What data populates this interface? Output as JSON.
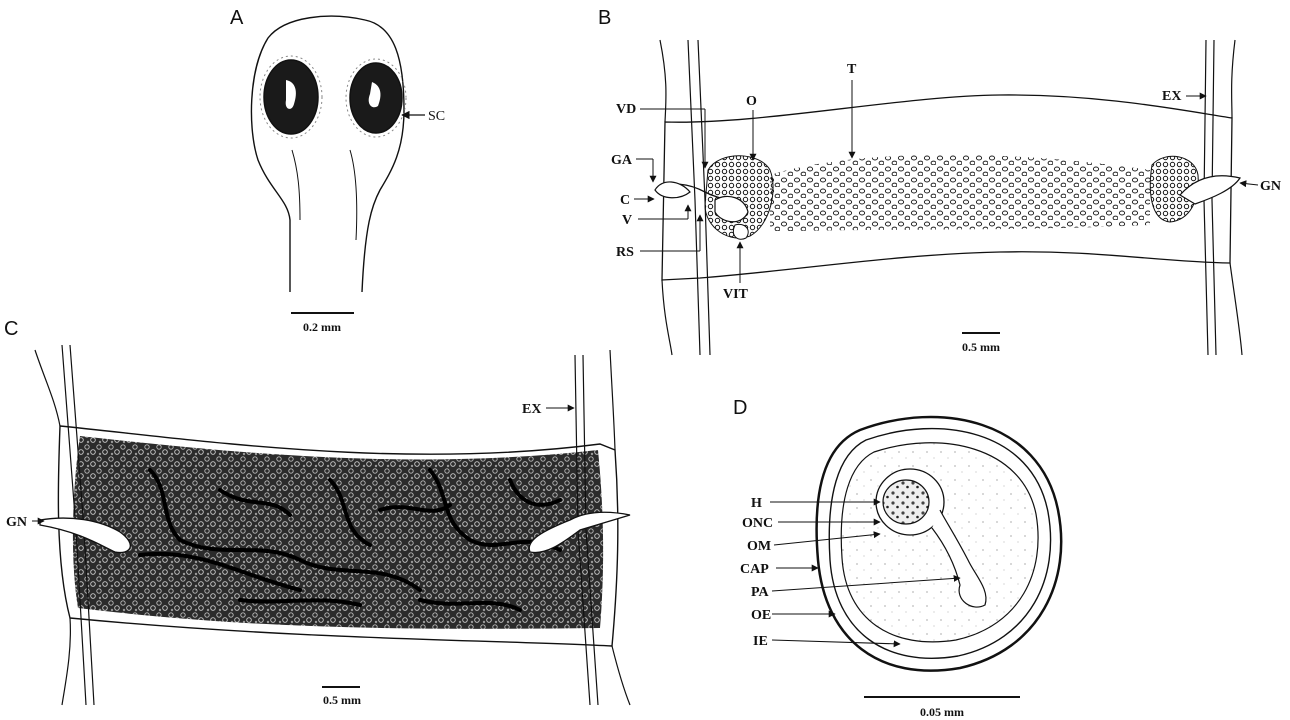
{
  "panels": {
    "a": {
      "letter": "A",
      "scale_bar": "0.2 mm",
      "labels": {
        "sc": "SC"
      }
    },
    "b": {
      "letter": "B",
      "scale_bar": "0.5 mm",
      "labels": {
        "vd": "VD",
        "o": "O",
        "t": "T",
        "ex": "EX",
        "ga": "GA",
        "c": "C",
        "v": "V",
        "rs": "RS",
        "vit": "VIT",
        "gn": "GN"
      }
    },
    "c": {
      "letter": "C",
      "scale_bar": "0.5 mm",
      "labels": {
        "ex": "EX",
        "gn": "GN"
      }
    },
    "d": {
      "letter": "D",
      "scale_bar": "0.05 mm",
      "labels": {
        "h": "H",
        "onc": "ONC",
        "om": "OM",
        "cap": "CAP",
        "pa": "PA",
        "oe": "OE",
        "ie": "IE"
      }
    }
  }
}
